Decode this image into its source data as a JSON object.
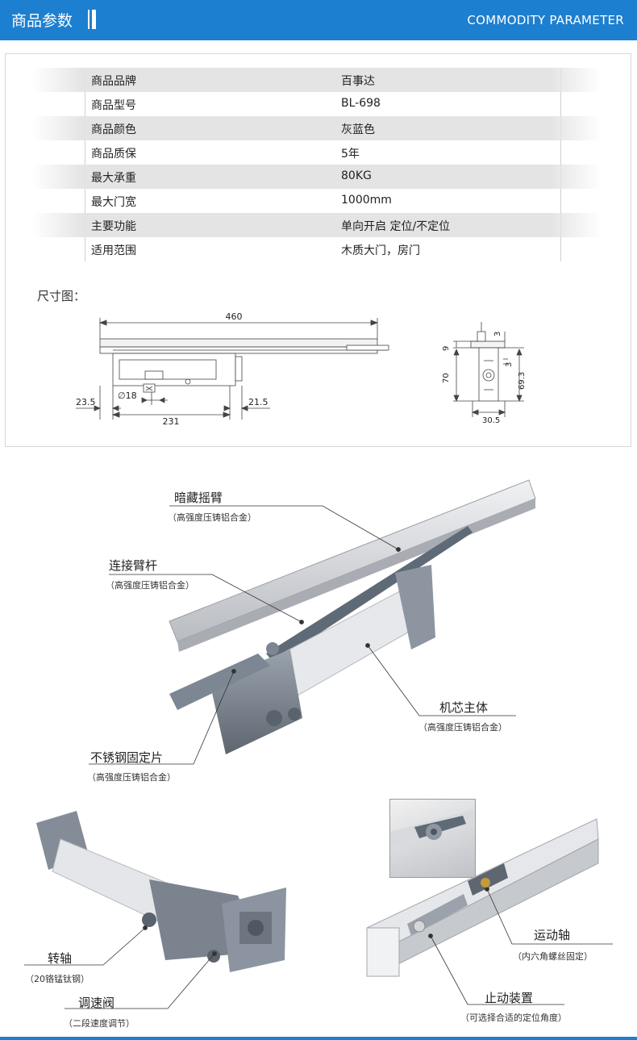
{
  "header": {
    "title": "商品参数",
    "title_en": "COMMODITY PARAMETER",
    "accent_color": "#1d7fcf"
  },
  "params": [
    {
      "key": "商品品牌",
      "value": "百事达"
    },
    {
      "key": "商品型号",
      "value": "BL-698"
    },
    {
      "key": "商品颜色",
      "value": "灰蓝色"
    },
    {
      "key": "商品质保",
      "value": "5年"
    },
    {
      "key": "最大承重",
      "value": "80KG"
    },
    {
      "key": "最大门宽",
      "value": "1000mm"
    },
    {
      "key": "主要功能",
      "value": "单向开启 定位/不定位"
    },
    {
      "key": "适用范围",
      "value": "木质大门，房门"
    }
  ],
  "dimension": {
    "label": "尺寸图：",
    "front": {
      "length": "460",
      "left_offset": "23.5",
      "body": "231",
      "right_offset": "21.5",
      "diameter": "∅18"
    },
    "side": {
      "top_gap": "3",
      "height_a": "9",
      "mid_gap": "3",
      "height_b": "70",
      "height_c": "69.3",
      "width": "30.5"
    }
  },
  "callouts": {
    "arm": {
      "name": "暗藏摇臂",
      "material": "（高强度压铸铝合金）"
    },
    "link": {
      "name": "连接臂杆",
      "material": "（高强度压铸铝合金）"
    },
    "body": {
      "name": "机芯主体",
      "material": "（高强度压铸铝合金）"
    },
    "plate": {
      "name": "不锈钢固定片",
      "material": "（高强度压铸铝合金）"
    },
    "shaft": {
      "name": "转轴",
      "material": "（20铬锰钛钢）"
    },
    "valve": {
      "name": "调速阀",
      "material": "（二段速度调节）"
    },
    "axis": {
      "name": "运动轴",
      "material": "（内六角螺丝固定）"
    },
    "stop": {
      "name": "止动装置",
      "material": "（可选择合适的定位角度）"
    }
  }
}
